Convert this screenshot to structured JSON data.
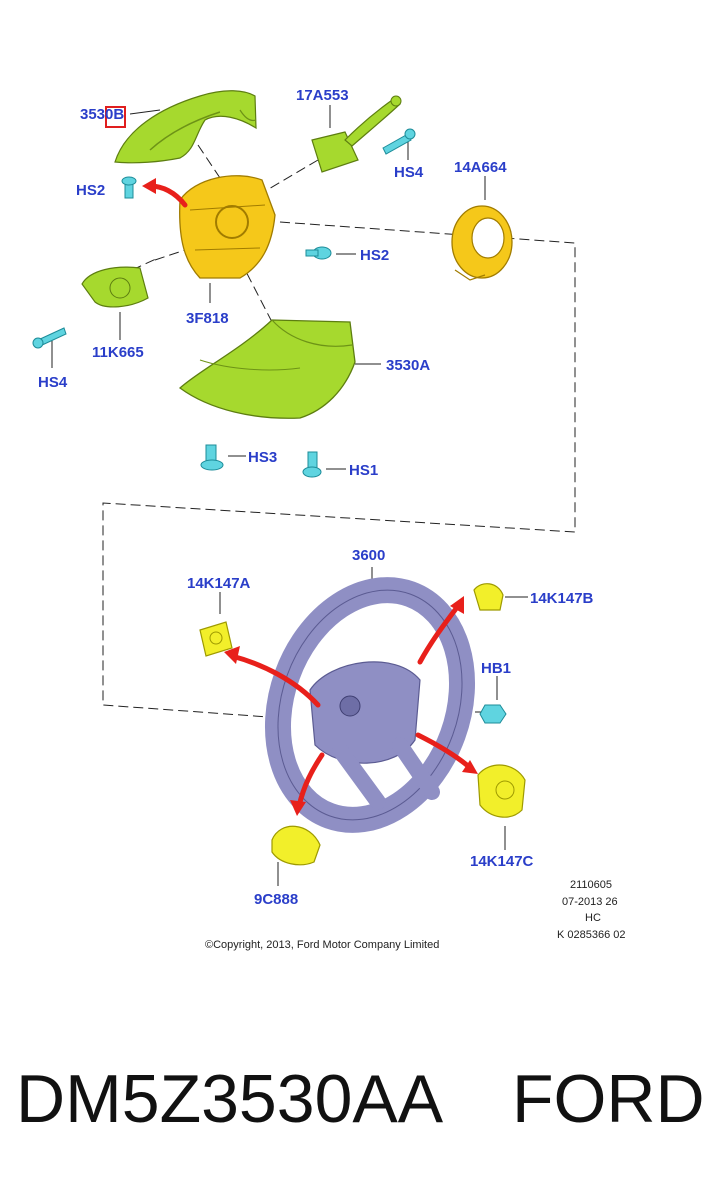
{
  "labels": {
    "p3530B": "3530B",
    "p17A553": "17A553",
    "hs4_top": "HS4",
    "hs2_left": "HS2",
    "p14A664": "14A664",
    "hs2_mid": "HS2",
    "p3F818": "3F818",
    "p11K665": "11K665",
    "hs4_left": "HS4",
    "p3530A": "3530A",
    "hs3": "HS3",
    "hs1": "HS1",
    "p3600": "3600",
    "p14K147A": "14K147A",
    "p14K147B": "14K147B",
    "hb1": "HB1",
    "p14K147C": "14K147C",
    "p9C888": "9C888"
  },
  "meta": {
    "line1": "2110605",
    "line2": "07-2013 26",
    "line3": "HC",
    "line4": "K 0285366 02"
  },
  "copyright": "©Copyright, 2013, Ford Motor Company Limited",
  "caption": {
    "part_number": "DM5Z3530AA",
    "brand": "FORD"
  },
  "colors": {
    "label": "#2a3ec9",
    "cover_green": "#a6d92e",
    "module_yellow": "#f5c81a",
    "switch_yellow": "#f2ef2a",
    "wheel": "#8f8fc4",
    "fastener_cyan": "#5fd4e0",
    "arrow_red": "#e8201b",
    "marker_red": "#e01e1e"
  }
}
